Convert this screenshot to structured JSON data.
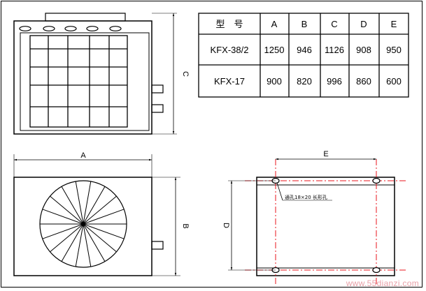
{
  "spec_table": {
    "header": [
      "型　号",
      "A",
      "B",
      "C",
      "D",
      "E"
    ],
    "rows": [
      [
        "KFX-38/2",
        "1250",
        "946",
        "1126",
        "908",
        "950"
      ],
      [
        "KFX-17",
        "900",
        "820",
        "996",
        "860",
        "600"
      ]
    ]
  },
  "dimensions": {
    "a": "A",
    "b": "B",
    "c": "C",
    "d": "D",
    "e": "E"
  },
  "notes": {
    "mount_hole": "通孔18×20 长形孔"
  },
  "watermark": "www.55dianzi.com",
  "colors": {
    "line": "#000000",
    "centerline": "#e8141e",
    "watermark": "#e8a0a8"
  }
}
